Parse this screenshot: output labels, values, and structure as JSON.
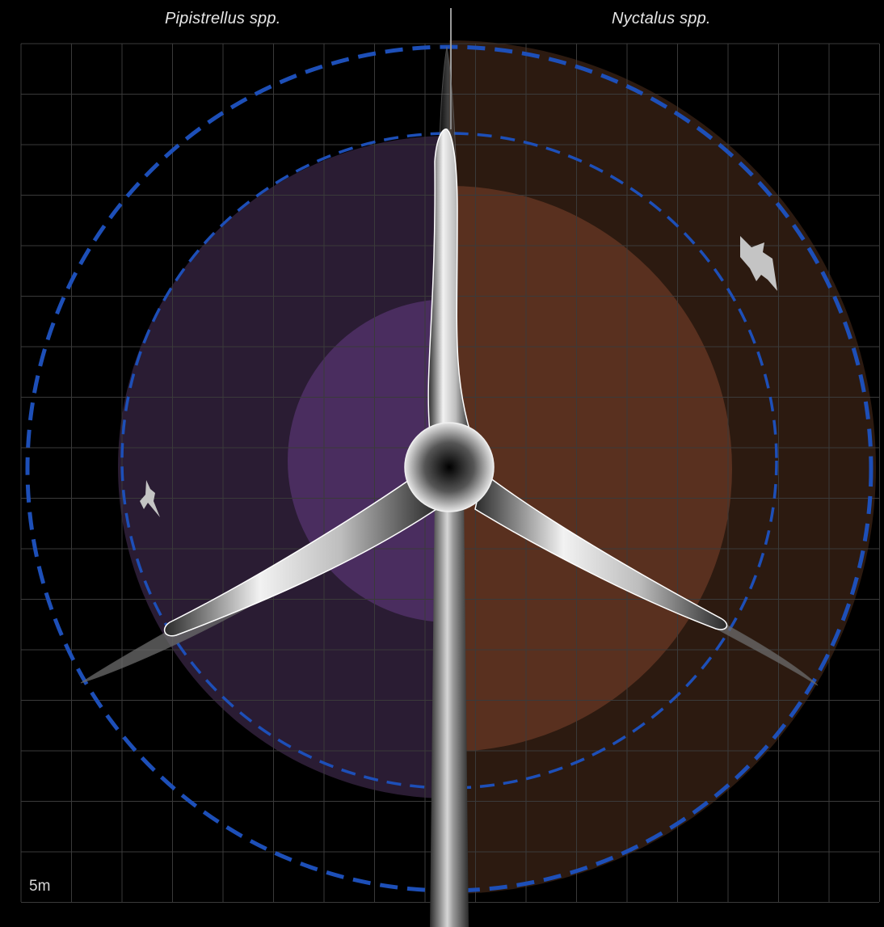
{
  "labels": {
    "left_species": "Pipistrellus spp.",
    "right_species": "Nyctalus spp.",
    "scale": "5m"
  },
  "colors": {
    "background": "#000000",
    "grid_line": "#3a3a3a",
    "left_outer_zone": "#2a1c33",
    "left_inner_zone": "#4a2d5f",
    "right_outer_zone": "#2c1a10",
    "right_mid_zone": "#59301f",
    "rotor_sweep_ring": "#1d4fb8",
    "turbine_blade": "#e8e8e8",
    "bat_silhouette": "#c4c4c4"
  },
  "icons": [
    "bat-icon",
    "bat-icon"
  ]
}
